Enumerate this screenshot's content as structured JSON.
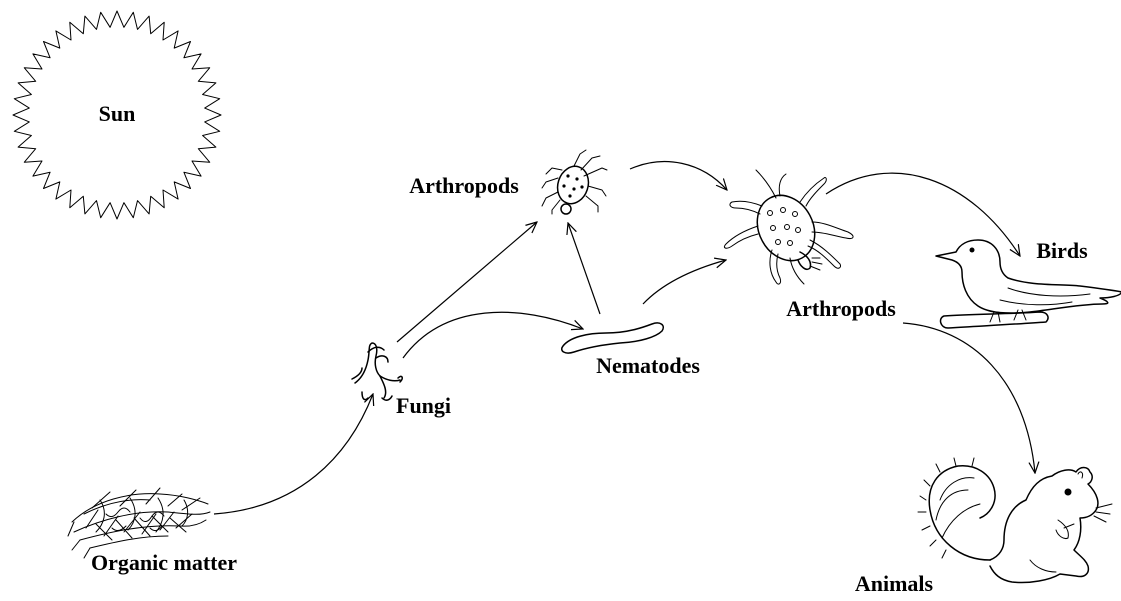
{
  "labels": {
    "sun": "Sun",
    "organic_matter": "Organic matter",
    "fungi": "Fungi",
    "nematodes": "Nematodes",
    "arthropods_small": "Arthropods",
    "arthropods_large": "Arthropods",
    "birds": "Birds",
    "animals": "Animals"
  },
  "icons": {
    "sun": "sun-icon",
    "organic_matter": "organic-matter-icon",
    "fungi": "fungi-icon",
    "nematode": "nematode-icon",
    "arthropod_small": "mite-icon",
    "arthropod_large": "mite-icon",
    "bird": "bird-icon",
    "squirrel": "squirrel-icon"
  },
  "colors": {
    "ink": "#000000",
    "background": "#ffffff"
  },
  "links": [
    {
      "from": "organic_matter",
      "to": "fungi"
    },
    {
      "from": "fungi",
      "to": "nematodes"
    },
    {
      "from": "fungi",
      "to": "arthropods_small"
    },
    {
      "from": "nematodes",
      "to": "arthropods_small"
    },
    {
      "from": "nematodes",
      "to": "arthropods_large"
    },
    {
      "from": "arthropods_small",
      "to": "arthropods_large"
    },
    {
      "from": "arthropods_large",
      "to": "birds"
    },
    {
      "from": "arthropods_large",
      "to": "animals"
    }
  ]
}
